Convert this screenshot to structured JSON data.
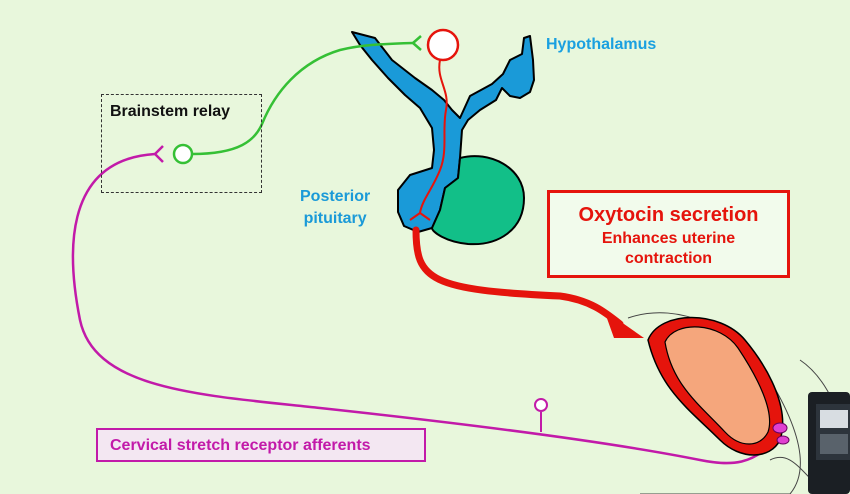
{
  "labels": {
    "brainstem": "Brainstem relay",
    "hypothalamus": "Hypothalamus",
    "posterior_pituitary_line1": "Posterior",
    "posterior_pituitary_line2": "pituitary",
    "oxytocin_title": "Oxytocin secretion",
    "oxytocin_sub_line1": "Enhances uterine",
    "oxytocin_sub_line2": "contraction",
    "cervical": "Cervical stretch receptor afferents"
  },
  "colors": {
    "background": "#e8f7dc",
    "hypothalamus_blue": "#1a9ad8",
    "pituitary_anterior_green": "#12bf88",
    "oxytocin_red": "#e5140c",
    "afferent_magenta": "#c21aa9",
    "relay_green": "#35c035",
    "uterus_outer": "#e5140c",
    "uterus_inner": "#f5a67c"
  }
}
